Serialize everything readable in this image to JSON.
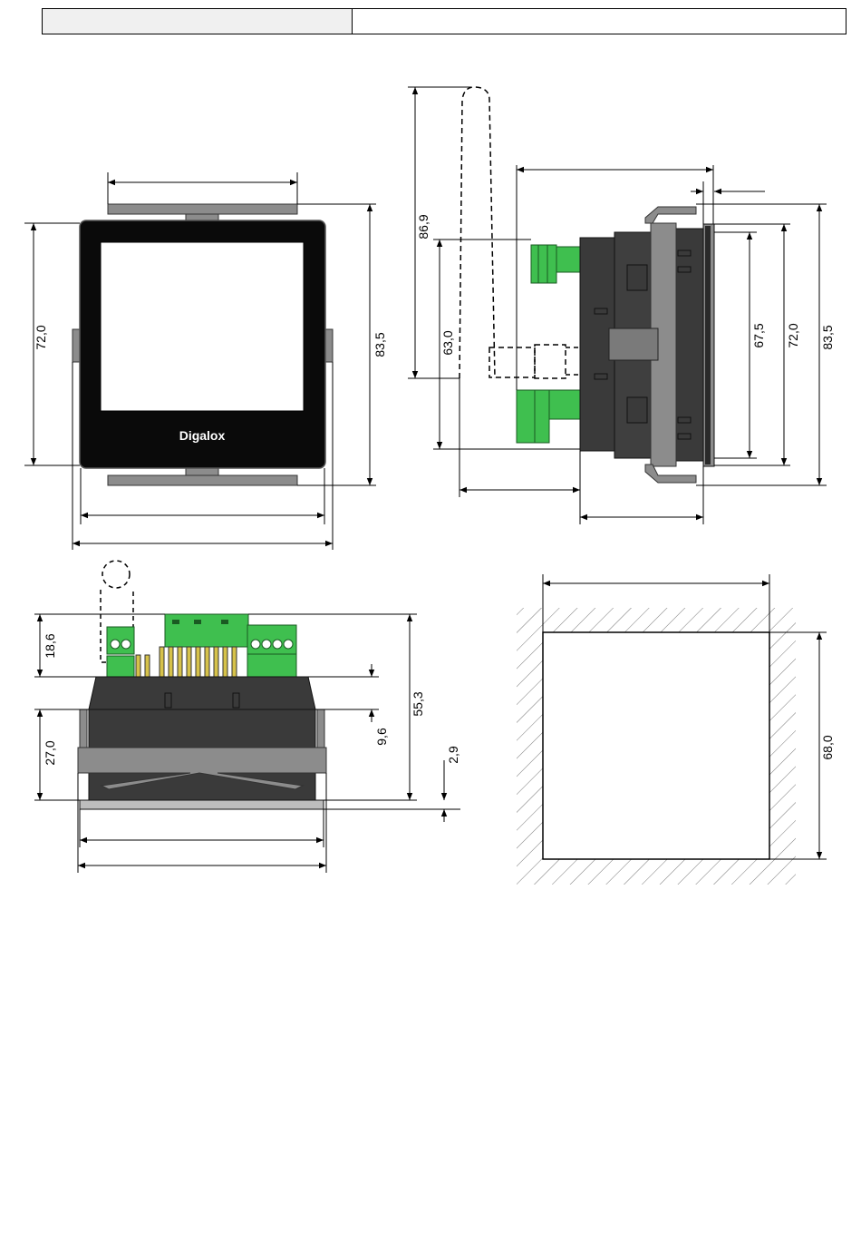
{
  "header": {
    "left": "",
    "right": ""
  },
  "front_view": {
    "logo": "Digalox",
    "dim_height": "72,0",
    "dim_height_total": "83,5"
  },
  "side_view": {
    "dim_antenna": "86,9",
    "dim_connector": "63,0",
    "dim_display": "67,5",
    "dim_height": "72,0",
    "dim_height_total": "83,5"
  },
  "top_view": {
    "dim_connector_height": "18,6",
    "dim_body": "27,0",
    "dim_clip": "9,6",
    "dim_total": "55,3",
    "dim_bezel": "2,9"
  },
  "cutout": {
    "dim_height": "68,0"
  },
  "colors": {
    "body_dark": "#3a3a3a",
    "body_mid": "#7a7a7a",
    "bracket_gray": "#8c8c8c",
    "connector_green": "#3fbf4f",
    "screen_black": "#0a0a0a"
  }
}
